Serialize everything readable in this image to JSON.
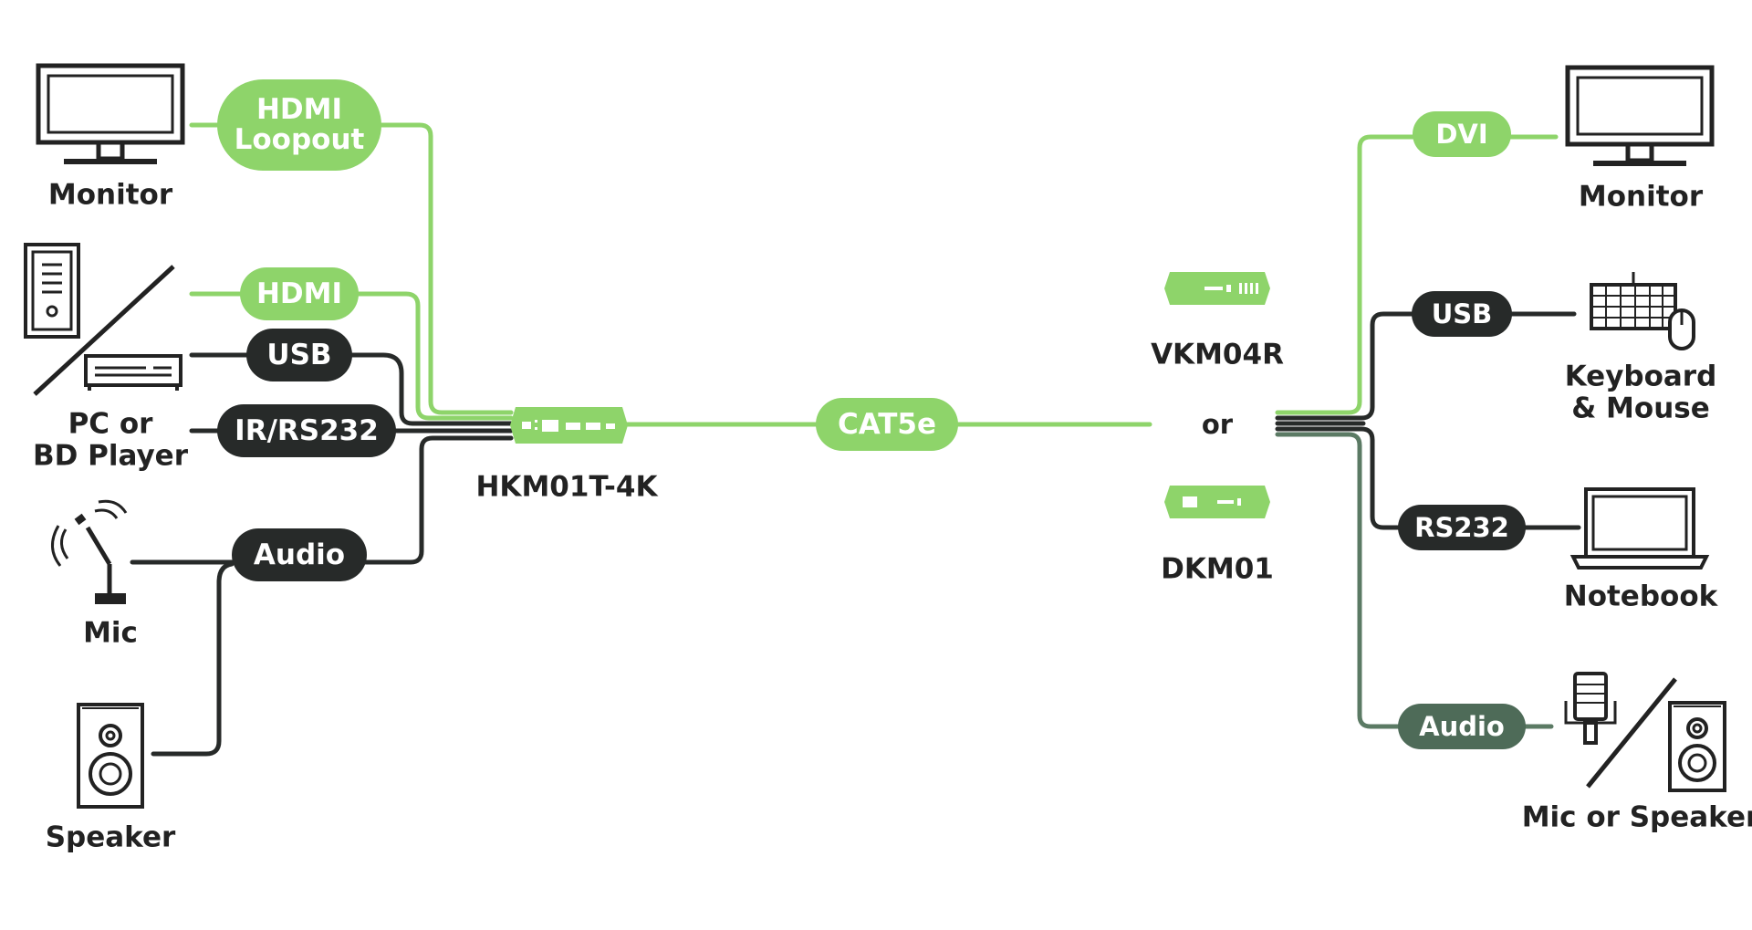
{
  "colors": {
    "accent_green": "#8ed46a",
    "dark": "#272a29",
    "audio_gray": "#4e6b58",
    "muted_line": "#5b7a64",
    "text": "#222222"
  },
  "left_devices": {
    "monitor": "Monitor",
    "pc_or_bd_player": "PC or\nBD Player",
    "mic": "Mic",
    "speaker": "Speaker"
  },
  "left_connections": {
    "hdmi_loopout": "HDMI\nLoopout",
    "hdmi": "HDMI",
    "usb": "USB",
    "ir_rs232": "IR/RS232",
    "audio": "Audio"
  },
  "transmitter": {
    "model": "HKM01T-4K"
  },
  "link": {
    "cable": "CAT5e"
  },
  "receivers": {
    "option_a": "VKM04R",
    "separator": "or",
    "option_b": "DKM01"
  },
  "right_connections": {
    "dvi": "DVI",
    "usb": "USB",
    "rs232": "RS232",
    "audio": "Audio"
  },
  "right_devices": {
    "monitor": "Monitor",
    "keyboard_mouse": "Keyboard\n& Mouse",
    "notebook": "Notebook",
    "mic_or_speaker": "Mic or Speaker"
  },
  "icons": [
    "monitor-icon",
    "pc-tower-icon",
    "bd-player-icon",
    "microphone-icon",
    "speaker-icon",
    "transmitter-device-icon",
    "receiver-vkm04r-icon",
    "receiver-dkm01-icon",
    "keyboard-icon",
    "mouse-icon",
    "notebook-icon",
    "studio-mic-icon"
  ]
}
